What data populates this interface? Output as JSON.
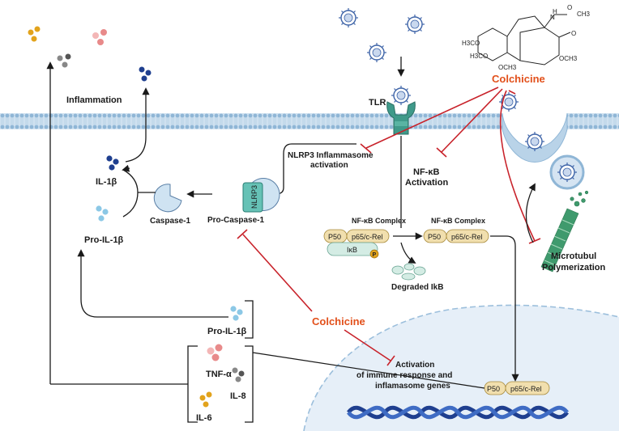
{
  "labels": {
    "inflammation": "Inflammation",
    "tlr": "TLR",
    "colchicine_top": "Colchicine",
    "colchicine_mid": "Colchicine",
    "nlrp3_activation_1": "NLRP3 Inflammasome",
    "nlrp3_activation_2": "activation",
    "nfkb_activation_1": "NF-κB",
    "nfkb_activation_2": "Activation",
    "nfkb_complex_left": "NF-κB Complex",
    "nfkb_complex_right": "NF-κB Complex",
    "p50": "P50",
    "p65": "p65/c-Rel",
    "ikb": "IκB",
    "phospho": "P",
    "degraded_ikb": "Degraded IkB",
    "il1b": "IL-1β",
    "pro_il1b": "Pro-IL-1β",
    "caspase1": "Caspase-1",
    "pro_caspase1": "Pro-Caspase-1",
    "nlrp3": "NLRP3",
    "microtubule_1": "Microtubul",
    "microtubule_2": "Polymerization",
    "pro_il1b_bottom": "Pro-IL-1β",
    "tnf": "TNF-α",
    "il8": "IL-8",
    "il6": "IL-6",
    "gene_activation_1": "Activation",
    "gene_activation_2": "of immune response and",
    "gene_activation_3": "inflamasome genes",
    "nuc_p50": "P50",
    "nuc_p65": "p65/c-Rel"
  },
  "chemistry": {
    "atoms": [
      "H",
      "N",
      "CH3",
      "O",
      "O",
      "H3CO",
      "H3CO",
      "OCH3",
      "OCH3"
    ]
  },
  "colors": {
    "colchicine": "#e2501b",
    "inhibit": "#c8222a",
    "membrane": "#9cbfdc",
    "nucleus": "#e6eff8",
    "nfkb_fill": "#f1dfae",
    "ikb_fill": "#d4ece4",
    "dna": "#1f3f8f",
    "microtubule": "#3f9a6d"
  }
}
